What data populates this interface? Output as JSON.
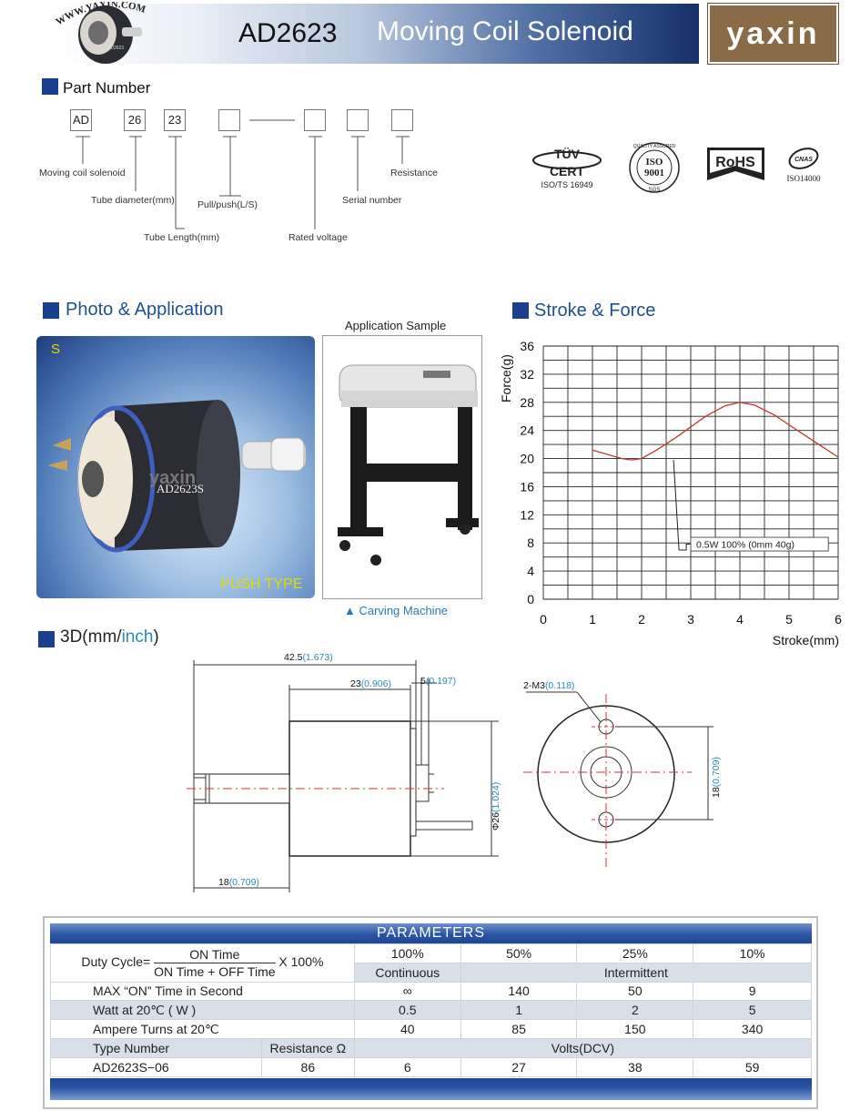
{
  "header": {
    "model": "AD2623",
    "product_name": "Moving Coil Solenoid",
    "brand": "yaxin",
    "website": "WWW.YAXIN.COM",
    "photo_label": "AD2623"
  },
  "part_number": {
    "title": "Part Number",
    "boxes": [
      "AD",
      "26",
      "23",
      "",
      "",
      "",
      ""
    ],
    "labels": {
      "moving_coil": "Moving coil solenoid",
      "tube_diameter": "Tube diameter(mm)",
      "tube_length": "Tube Length(mm)",
      "pull_push": "Pull/push(L/S)",
      "rated_voltage": "Rated voltage",
      "serial_number": "Serial number",
      "resistance": "Resistance"
    }
  },
  "certs": {
    "tuv": "TÜV",
    "cert": "CERT",
    "iso_ts": "ISO/TS 16949",
    "iso9001": "ISO",
    "iso9001_num": "9001",
    "sgs": "SGS",
    "quality": "QUALITY ASSURED",
    "rohs": "RoHS",
    "iso14000": "ISO14000",
    "cnas": "CNAS"
  },
  "photo": {
    "title": "Photo & Application",
    "corner": "S",
    "brand": "yaxin",
    "model": "AD2623S",
    "push_type": "PUSH TYPE",
    "sample_title": "Application Sample",
    "sample_caption": "▲ Carving Machine"
  },
  "chart_data": {
    "type": "line",
    "title": "Stroke & Force",
    "xlabel": "Stroke(mm)",
    "ylabel": "Force(g)",
    "xlim": [
      0,
      6
    ],
    "ylim": [
      0,
      36
    ],
    "x_ticks": [
      0,
      1,
      2,
      3,
      4,
      5,
      6
    ],
    "y_ticks": [
      0,
      4,
      8,
      12,
      16,
      20,
      24,
      28,
      32,
      36
    ],
    "grid": true,
    "series": [
      {
        "name": "0.5W   100%  (0mm 40g)",
        "color": "#c0392b",
        "x": [
          1.0,
          1.3,
          1.6,
          1.8,
          2.0,
          2.3,
          2.7,
          3.0,
          3.3,
          3.7,
          4.0,
          4.3,
          4.7,
          5.0,
          5.5,
          6.0
        ],
        "y": [
          21.2,
          20.6,
          20.0,
          19.8,
          20.0,
          21.2,
          23.0,
          24.5,
          26.0,
          27.5,
          28.0,
          27.6,
          26.2,
          24.8,
          22.5,
          20.2
        ]
      }
    ],
    "annotation": "0.5W   100%  (0mm 40g)"
  },
  "dimensions": {
    "title_prefix": "3D(mm/",
    "title_inch": "inch",
    "title_suffix": ")",
    "total_len": "42.5",
    "total_len_in": "(1.673)",
    "body_len": "23",
    "body_len_in": "(0.906)",
    "flange": "5",
    "flange_in": "(0.197)",
    "shaft_len": "18",
    "shaft_len_in": "(0.709)",
    "dia": "Φ26",
    "dia_in": "(1.024)",
    "screw": "2-M3",
    "screw_in": "(0.118)",
    "hole_pitch": "18",
    "hole_pitch_in": "(0.709)"
  },
  "params": {
    "title": "PARAMETERS",
    "duty_label": "Duty Cycle=",
    "on_time": "ON Time",
    "on_off_time": "ON Time + OFF Time",
    "x100": "X 100%",
    "duty_values": [
      "100%",
      "50%",
      "25%",
      "10%"
    ],
    "continuous": "Continuous",
    "intermittent": "Intermittent",
    "rows": [
      {
        "label": "MAX “ON” Time in Second",
        "values": [
          "∞",
          "140",
          "50",
          "9"
        ]
      },
      {
        "label": "Watt at 20℃ ( W )",
        "values": [
          "0.5",
          "1",
          "2",
          "5"
        ]
      },
      {
        "label": "Ampere Turns at 20℃",
        "values": [
          "40",
          "85",
          "150",
          "340"
        ]
      }
    ],
    "type_number": "Type Number",
    "resistance": "Resistance Ω",
    "volts": "Volts(DCV)",
    "model_row": {
      "type": "AD2623S−06",
      "resistance": "86",
      "volts": [
        "6",
        "27",
        "38",
        "59"
      ]
    }
  }
}
